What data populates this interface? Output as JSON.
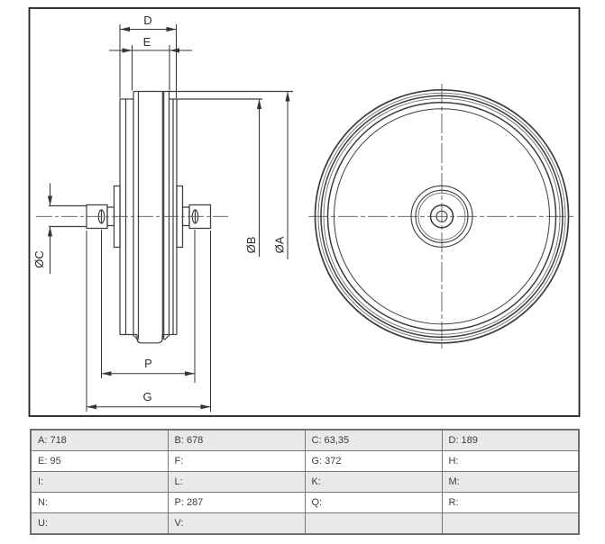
{
  "drawing": {
    "labels": {
      "D": "D",
      "E": "E",
      "diaC": "ØC",
      "diaB": "ØB",
      "diaA": "ØA",
      "P": "P",
      "G": "G"
    },
    "colors": {
      "line": "#3c3c3c",
      "thin_line": "#6a6a6a",
      "border": "#1f1f1f",
      "table_border": "#777a7d",
      "table_stripe": "#e9e9eb",
      "text": "#3d3d3d"
    }
  },
  "table": {
    "rows": [
      {
        "cells": [
          "A: 718",
          "B: 678",
          "C: 63,35",
          "D: 189"
        ]
      },
      {
        "cells": [
          "E: 95",
          "F:",
          "G: 372",
          "H:"
        ]
      },
      {
        "cells": [
          "I:",
          "L:",
          "K:",
          "M:"
        ]
      },
      {
        "cells": [
          "N:",
          "P: 287",
          "Q:",
          "R:"
        ]
      },
      {
        "cells": [
          "U:",
          "V:",
          "",
          ""
        ]
      }
    ]
  }
}
